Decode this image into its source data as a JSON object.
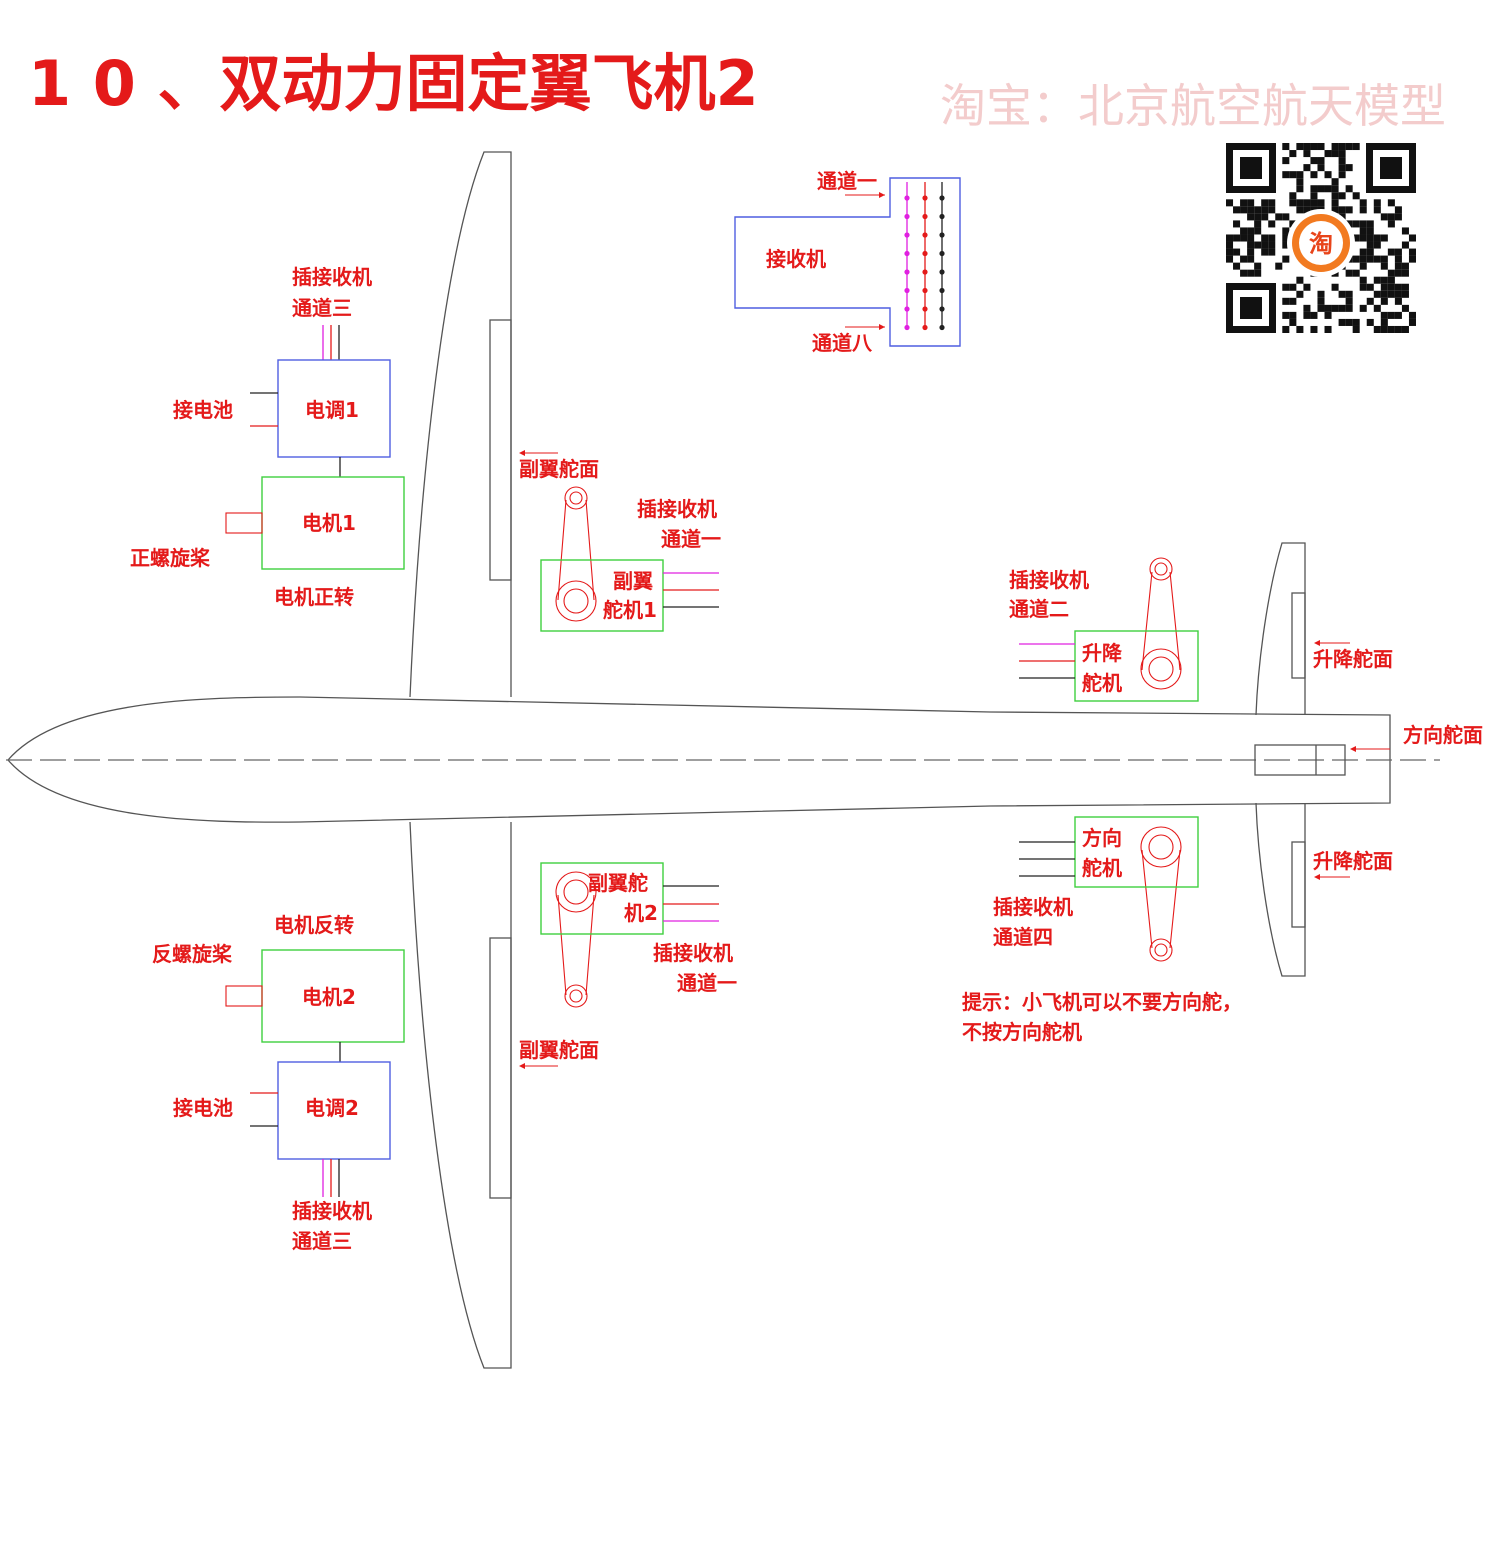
{
  "title": "1 0 、双动力固定翼飞机2",
  "watermark": "淘宝：北京航空航天模型",
  "qr": {
    "logo_text": "淘"
  },
  "colors": {
    "label": "#e41a1a",
    "esc_box": "#4f5fe0",
    "motor_servo_box": "#3fcf3f",
    "outline": "#555555"
  },
  "receiver": {
    "label": "接收机",
    "channel_top": "通道一",
    "channel_bottom": "通道八"
  },
  "esc1": {
    "label": "电调1",
    "plug_line1": "插接收机",
    "plug_line2": "通道三",
    "battery": "接电池"
  },
  "motor1": {
    "label": "电机1",
    "prop": "正螺旋桨",
    "rotation": "电机正转"
  },
  "aileron_top": {
    "surface": "副翼舵面",
    "servo_line1": "副翼",
    "servo_line2": "舵机1",
    "plug_line1": "插接收机",
    "plug_line2": "通道一"
  },
  "elevator_servo": {
    "plug_line1": "插接收机",
    "plug_line2": "通道二",
    "servo_line1": "升降",
    "servo_line2": "舵机"
  },
  "elevator_top": {
    "surface": "升降舵面"
  },
  "rudder": {
    "surface": "方向舵面"
  },
  "rudder_servo": {
    "servo_line1": "方向",
    "servo_line2": "舵机",
    "plug_line1": "插接收机",
    "plug_line2": "通道四"
  },
  "elevator_bottom": {
    "surface": "升降舵面"
  },
  "aileron_bottom": {
    "servo_line1": "副翼舵",
    "servo_line2": "机2",
    "plug_line1": "插接收机",
    "plug_line2": "通道一",
    "surface": "副翼舵面"
  },
  "motor2": {
    "label": "电机2",
    "prop": "反螺旋桨",
    "rotation": "电机反转"
  },
  "esc2": {
    "label": "电调2",
    "battery": "接电池",
    "plug_line1": "插接收机",
    "plug_line2": "通道三"
  },
  "tip": {
    "line1": "提示：小飞机可以不要方向舵，",
    "line2": "不按方向舵机"
  }
}
